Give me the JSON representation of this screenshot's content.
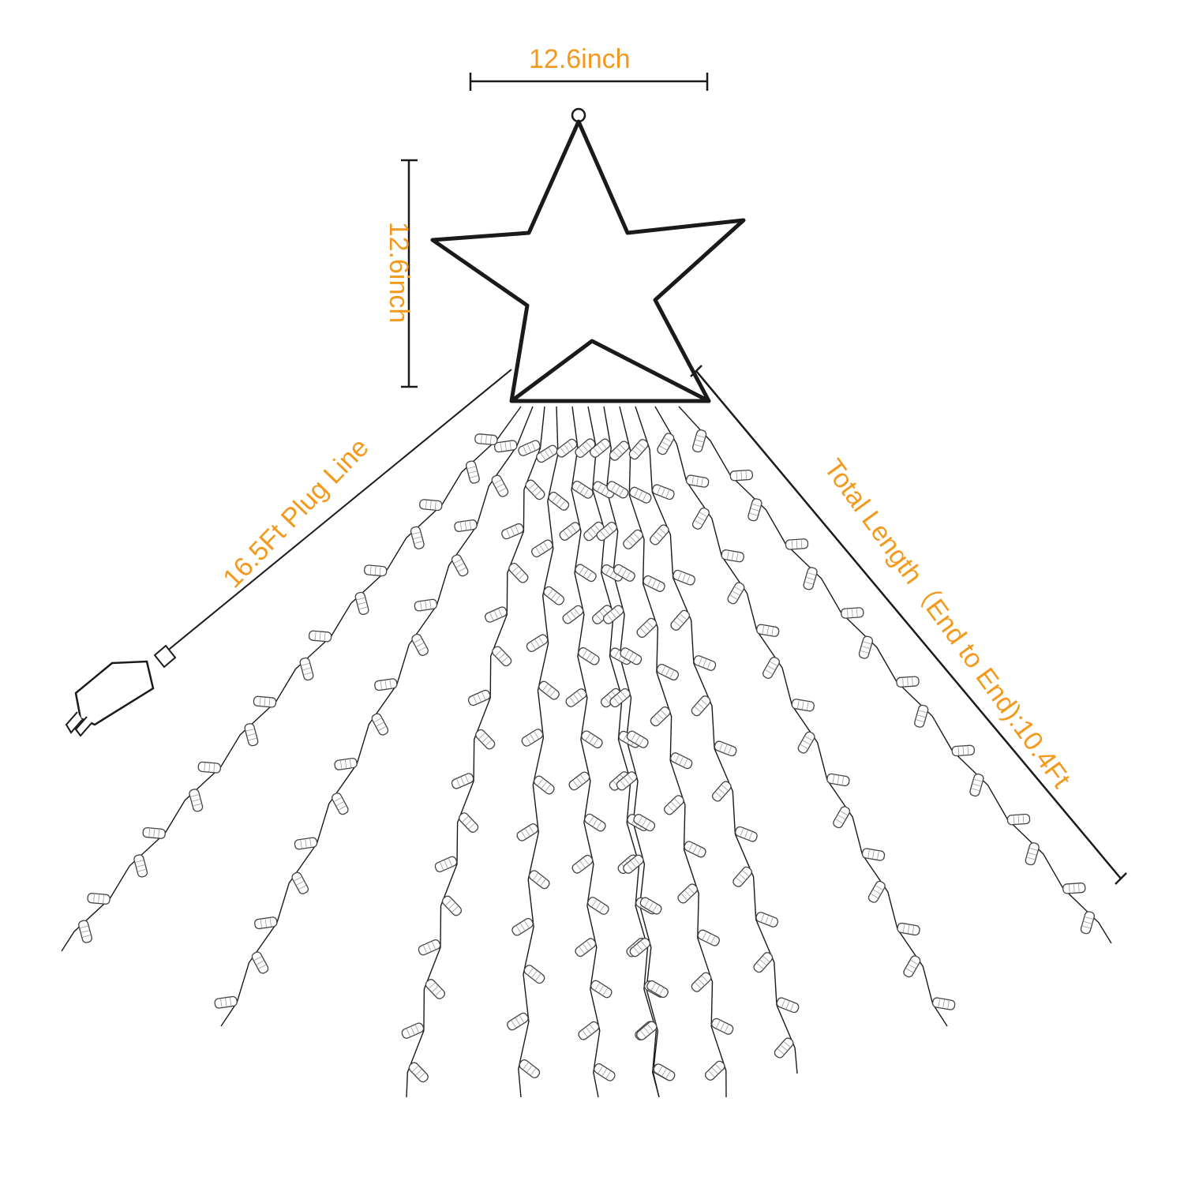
{
  "labels": {
    "width": "12.6inch",
    "height": "12.6inch",
    "plug_line": "16.5Ft Plug Line",
    "total_length": "Total Length（End to End):10.4Ft"
  },
  "colors": {
    "label": "#F39A1E",
    "line": "#1a1a1a",
    "bulb_stroke": "#444444"
  },
  "icons": [
    "star-frame-icon",
    "power-adapter-icon",
    "led-bulb-icon"
  ]
}
